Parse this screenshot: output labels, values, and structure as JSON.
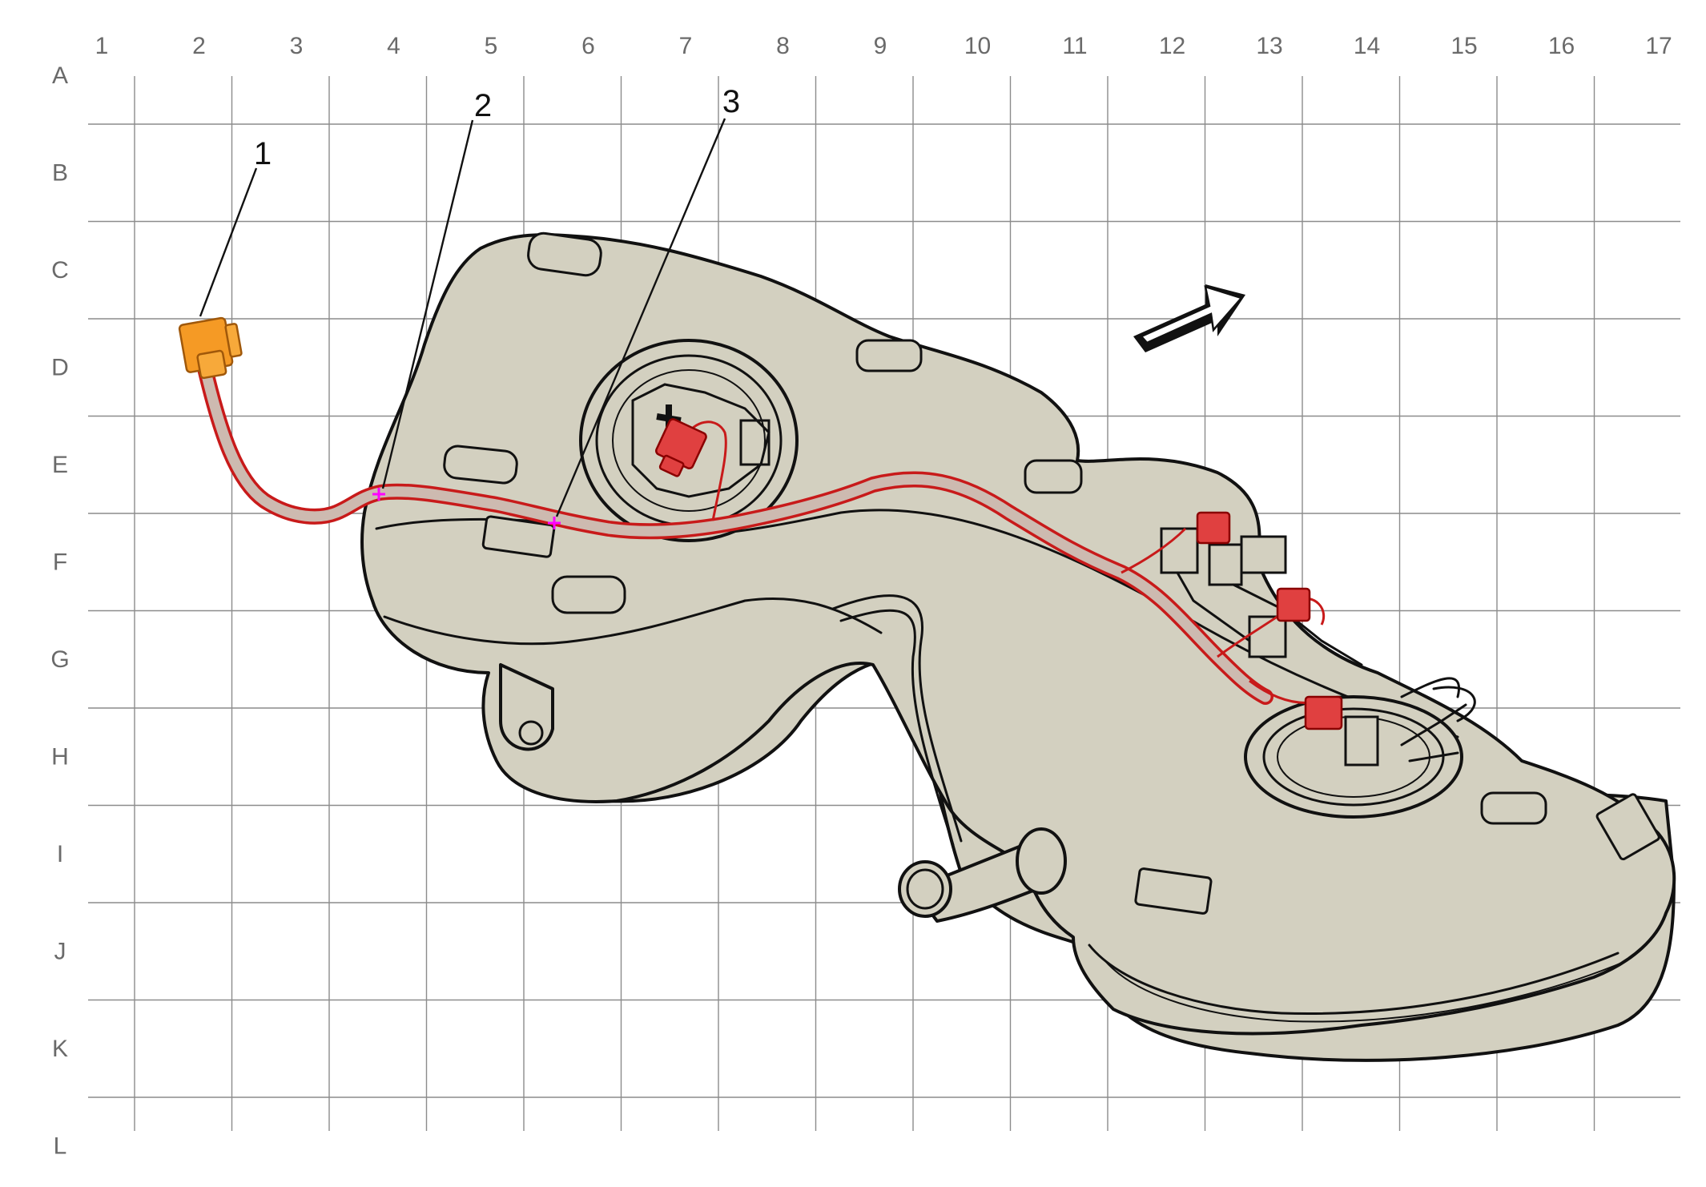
{
  "figure": {
    "columns": [
      "1",
      "2",
      "3",
      "4",
      "5",
      "6",
      "7",
      "8",
      "9",
      "10",
      "11",
      "12",
      "13",
      "14",
      "15",
      "16",
      "17"
    ],
    "rows": [
      "A",
      "B",
      "C",
      "D",
      "E",
      "F",
      "G",
      "H",
      "I",
      "J",
      "K",
      "L"
    ],
    "callouts": [
      {
        "label": "1",
        "target": "harness-connector-orange"
      },
      {
        "label": "2",
        "target": "harness-clip-1"
      },
      {
        "label": "3",
        "target": "harness-clip-2"
      }
    ],
    "colors": {
      "tank": "#d3d0c0",
      "harness": "#c81a1a",
      "connector_orange": "#f59a25",
      "connector_red": "#e04040",
      "clip_marker": "#ff00ff",
      "grid": "#8c8c8c"
    },
    "icons": [
      "direction-arrow-icon"
    ]
  }
}
